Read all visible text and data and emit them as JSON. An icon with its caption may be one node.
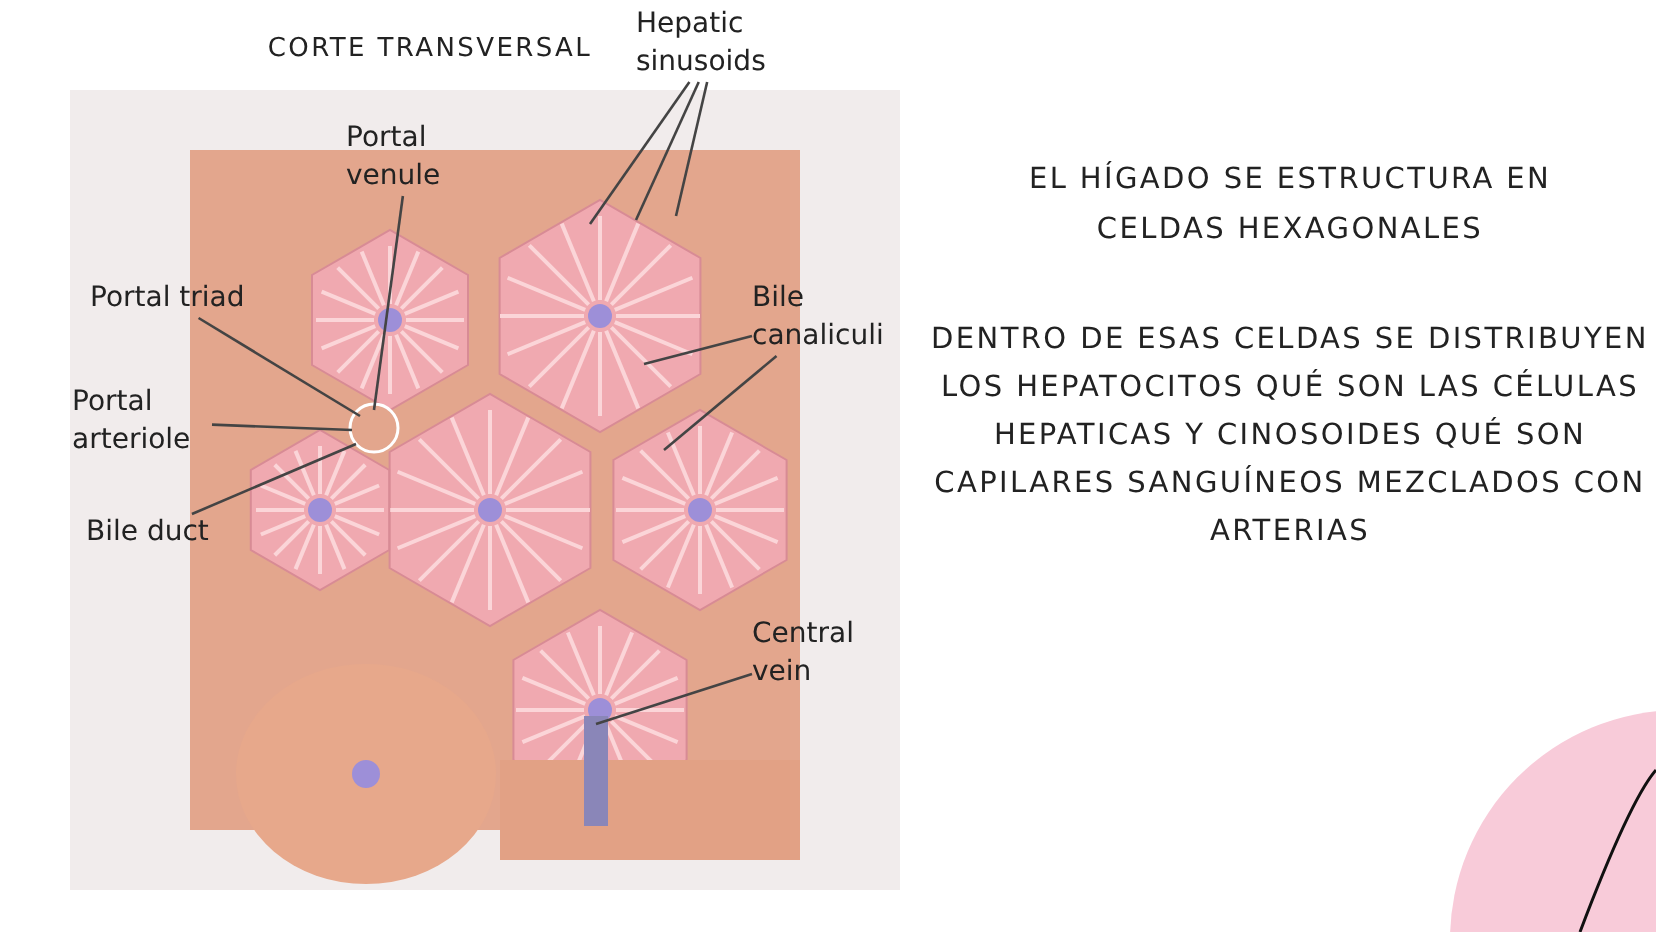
{
  "diagram": {
    "nodes": [
      {
        "text": [
          "Portal venule"
        ]
      },
      {
        "text": [
          "Hepatic sinusoids"
        ]
      },
      {
        "text": [
          "Portal triad"
        ]
      },
      {
        "text": [
          "Bile canaliculi"
        ]
      },
      {
        "text": [
          "Portal arteriole"
        ]
      },
      {
        "text": [
          "Bile duct"
        ]
      },
      {
        "text": [
          "Central vein"
        ]
      }
    ],
    "edges": [
      {
        "from": 0,
        "to": null,
        "arrow": "none"
      },
      {
        "from": 1,
        "to": null,
        "arrow": "none"
      },
      {
        "from": 1,
        "to": null,
        "arrow": "none"
      },
      {
        "from": 1,
        "to": null,
        "arrow": "none"
      },
      {
        "from": 2,
        "to": null,
        "arrow": "none"
      },
      {
        "from": 3,
        "to": null,
        "arrow": "none"
      },
      {
        "from": 3,
        "to": null,
        "arrow": "none"
      },
      {
        "from": 4,
        "to": null,
        "arrow": "none"
      },
      {
        "from": 5,
        "to": null,
        "arrow": "none"
      },
      {
        "from": 6,
        "to": null,
        "arrow": "none"
      }
    ],
    "labels": [
      "CORTE TRANSVERSAL",
      "EL HÍGADO SE ESTRUCTURA EN CELDAS HEXAGONALES",
      "DENTRO DE ESAS CELDAS SE DISTRIBUYEN LOS HEPATOCITOS QUÉ SON LAS CÉLULAS HEPATICAS Y CINOSOIDES QUÉ SON CAPILARES SANGUÍNEOS MEZCLADOS CON ARTERIAS"
    ]
  }
}
